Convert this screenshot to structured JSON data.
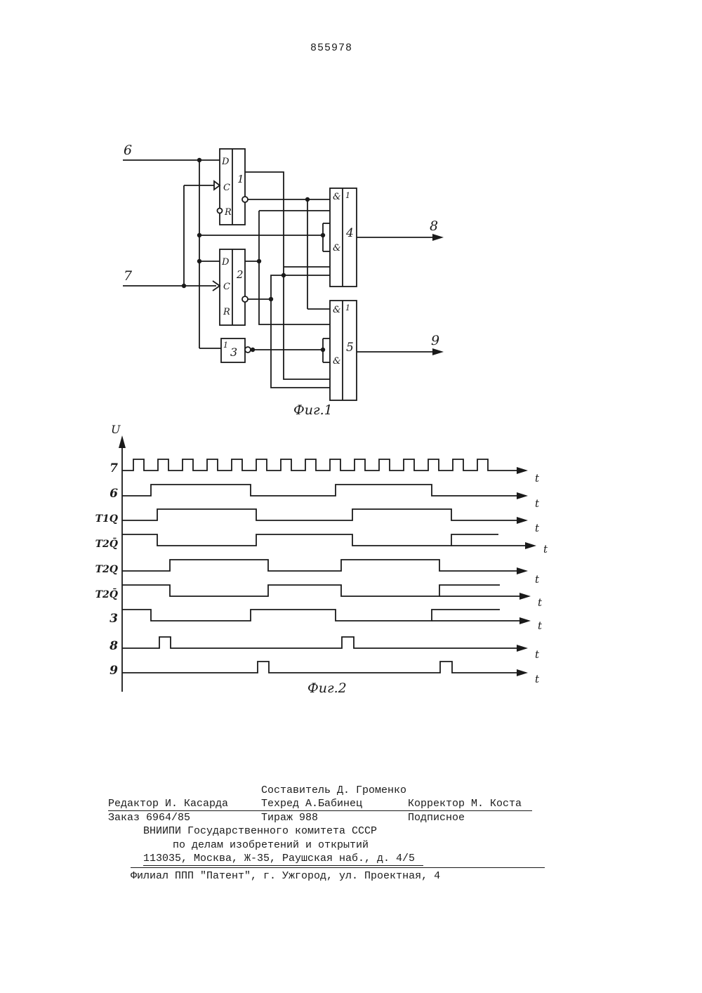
{
  "page_number": "855978",
  "fig1": {
    "caption": "Фиг.1",
    "inputs": {
      "in6": "6",
      "in7": "7"
    },
    "outputs": {
      "out8": "8",
      "out9": "9"
    },
    "blocks": {
      "t1": {
        "num": "1",
        "pins": [
          "D",
          "C",
          "R"
        ]
      },
      "t2": {
        "num": "2",
        "pins": [
          "D",
          "C",
          "R"
        ]
      },
      "inv3": {
        "num": "3",
        "func": "1"
      },
      "g4": {
        "num": "4",
        "sec1": "&",
        "sec2": "&",
        "func": "1"
      },
      "g5": {
        "num": "5",
        "sec1": "&",
        "sec2": "&",
        "func": "1"
      }
    }
  },
  "fig2": {
    "caption": "Фиг.2",
    "axis_label": "U",
    "time_label": "t",
    "signals": [
      "7",
      "6",
      "T1Q",
      "T2Q̄",
      "T2Q",
      "T2Q̄",
      "3",
      "8",
      "9"
    ]
  },
  "credits": {
    "compiler": "Составитель Д. Громенко",
    "editor": "Редактор И. Касарда",
    "techred": "Техред А.Бабинец",
    "corrector": "Корректор М. Коста",
    "order": "Заказ 6964/85",
    "circulation": "Тираж 988",
    "subscription": "Подписное",
    "org1": "ВНИИПИ Государственного комитета СССР",
    "org2": "по делам изобретений и открытий",
    "address": "113035, Москва, Ж-35, Раушская наб., д. 4/5",
    "branch": "Филиал ППП \"Патент\", г. Ужгород, ул. Проектная, 4"
  }
}
